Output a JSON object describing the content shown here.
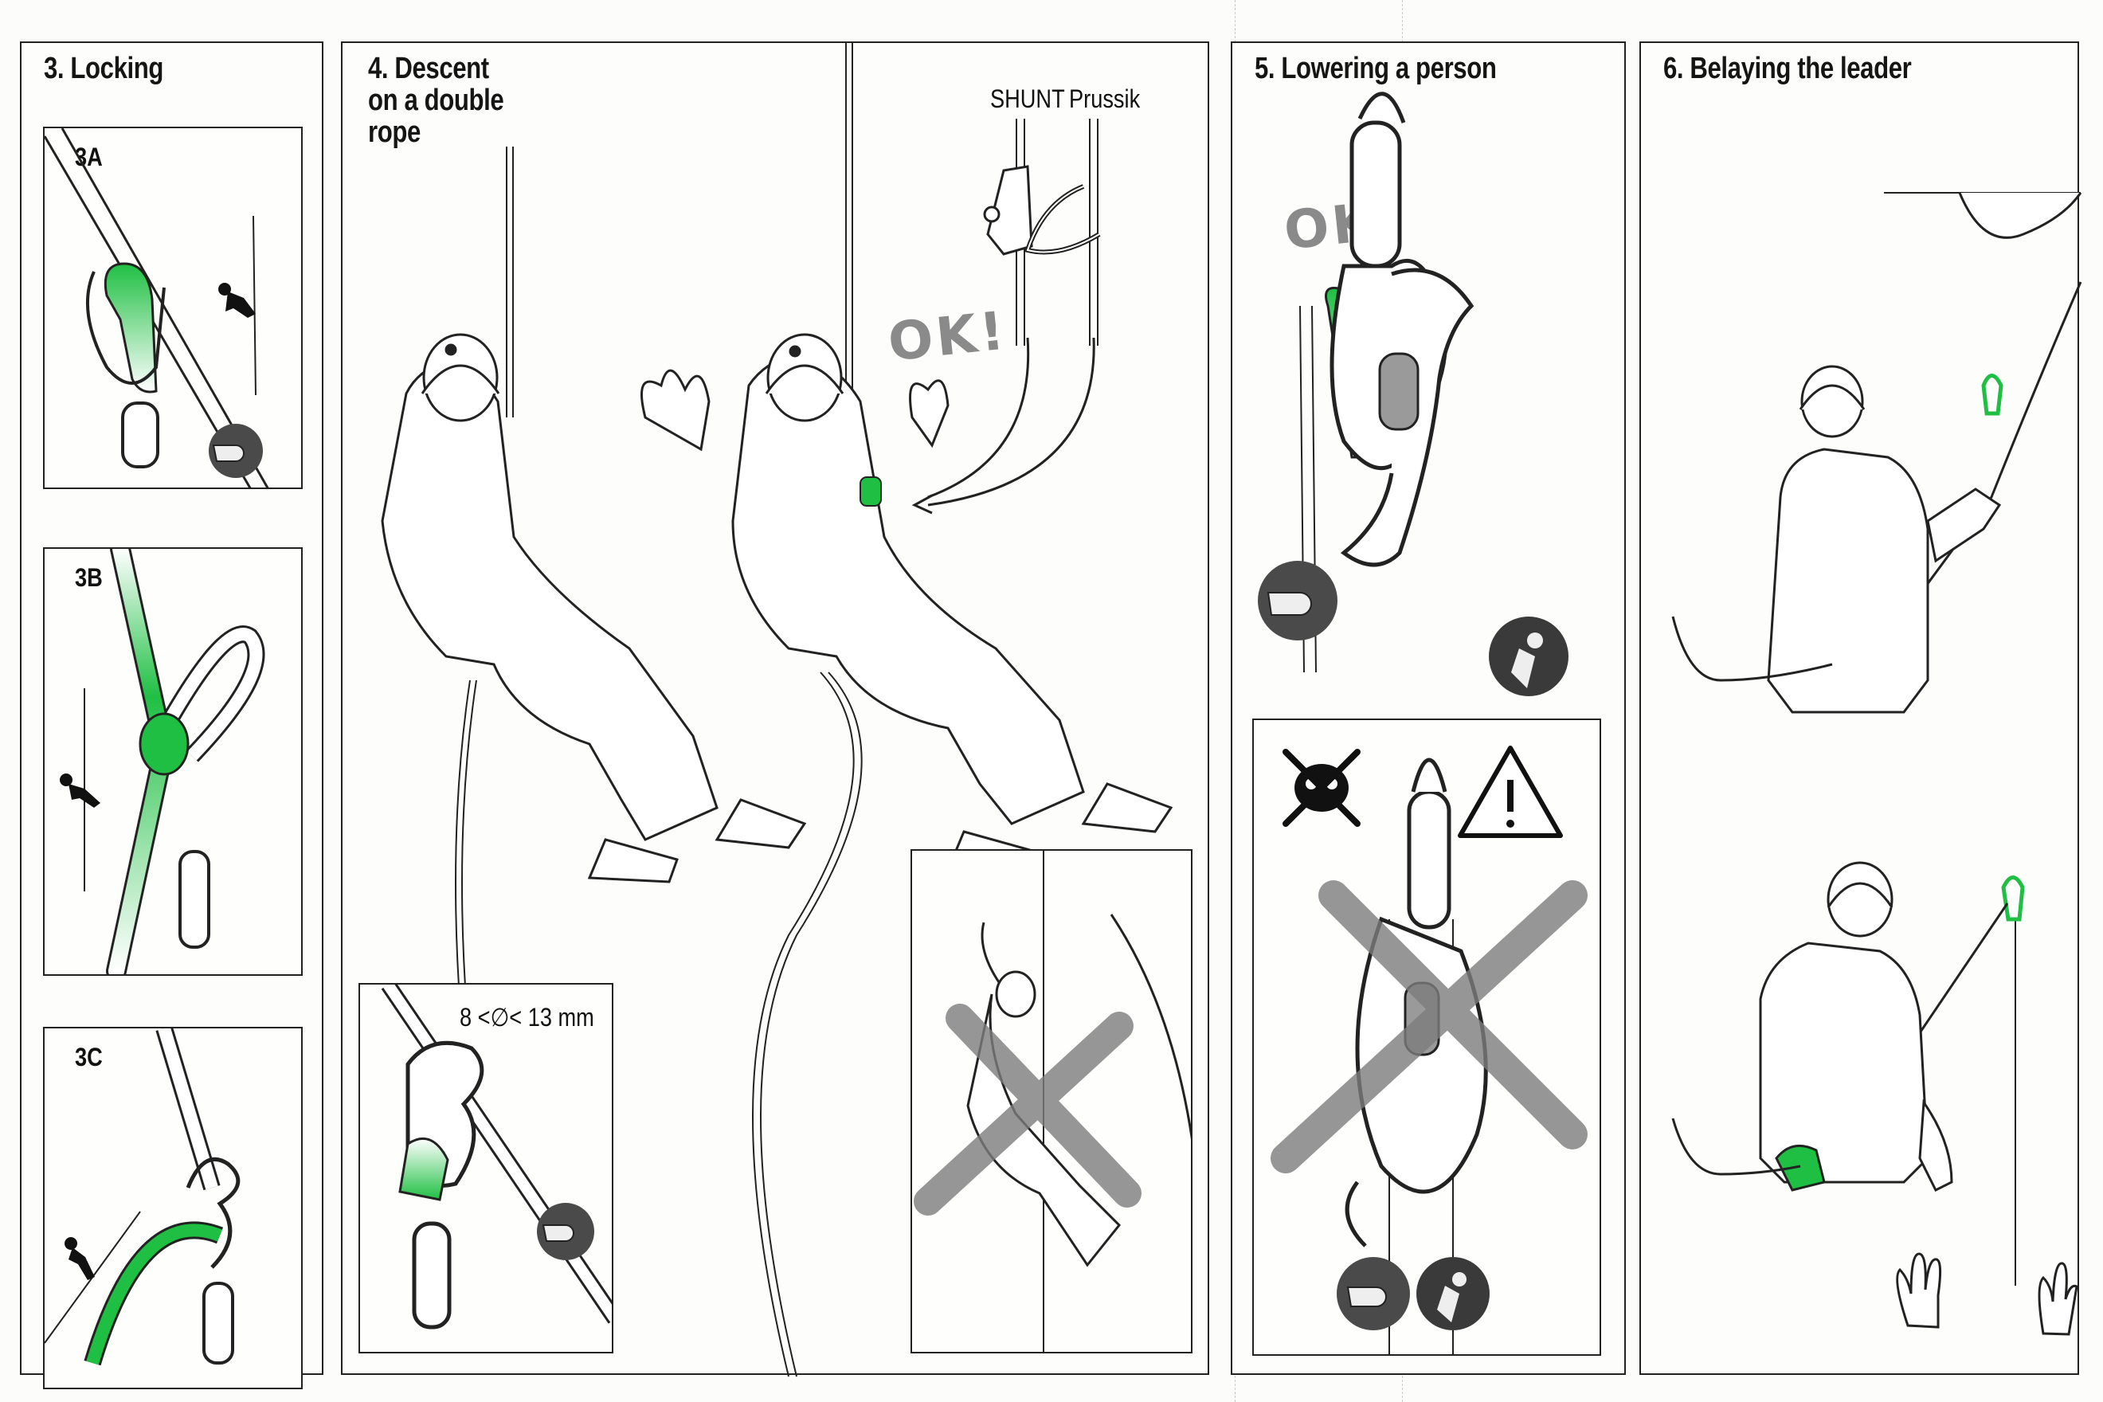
{
  "sections": {
    "locking": {
      "title": "3. Locking",
      "sub_a": "3A",
      "sub_b": "3B",
      "sub_c": "3C"
    },
    "descent": {
      "title": "4. Descent\n   on a double\n   rope",
      "device_labels": [
        "SHUNT",
        "Prussik"
      ],
      "ok_mark": "OK!",
      "diameter_spec": "8 <∅< 13 mm"
    },
    "lowering": {
      "title": "5. Lowering a person",
      "ok_mark": "OK!"
    },
    "belaying": {
      "title": "6. Belaying the leader"
    }
  },
  "colors": {
    "accent_green": "#1fbf43",
    "line_dark": "#1a1a1a",
    "warning_grey": "#7d7d7d"
  },
  "icons": [
    "thumb-hand-icon",
    "skull-crossbones-icon",
    "warning-triangle-icon",
    "climber-silhouette-icon",
    "falling-rock-icon",
    "cross-out-mark-icon"
  ]
}
